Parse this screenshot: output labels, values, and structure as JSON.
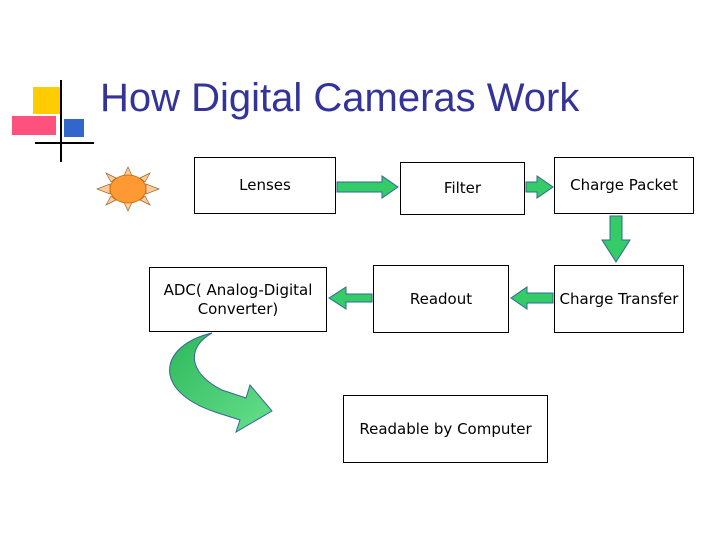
{
  "slide": {
    "title": "How Digital Cameras Work"
  },
  "diagram": {
    "nodes": {
      "lenses": "Lenses",
      "filter": "Filter",
      "charge_packet": "Charge Packet",
      "adc": "ADC( Analog-Digital\nConverter)",
      "readout": "Readout",
      "charge_transfer": "Charge Transfer",
      "readable": "Readable by Computer"
    },
    "edges": [
      {
        "from": "lenses",
        "to": "filter"
      },
      {
        "from": "filter",
        "to": "charge_packet"
      },
      {
        "from": "charge_packet",
        "to": "charge_transfer"
      },
      {
        "from": "charge_transfer",
        "to": "readout"
      },
      {
        "from": "readout",
        "to": "adc"
      },
      {
        "from": "adc",
        "to": "readable"
      }
    ]
  },
  "colors": {
    "title": "#333399",
    "arrow_fill": "#33cc66",
    "arrow_stroke": "#336699",
    "sun_fill": "#ff9933",
    "sun_rays": "#ffcc99",
    "deco_yellow": "#ffcc00",
    "deco_pink": "#ff3366",
    "deco_blue": "#3366cc"
  },
  "icons": {
    "sun": "sun-icon",
    "title_decoration": "slide-decoration"
  }
}
